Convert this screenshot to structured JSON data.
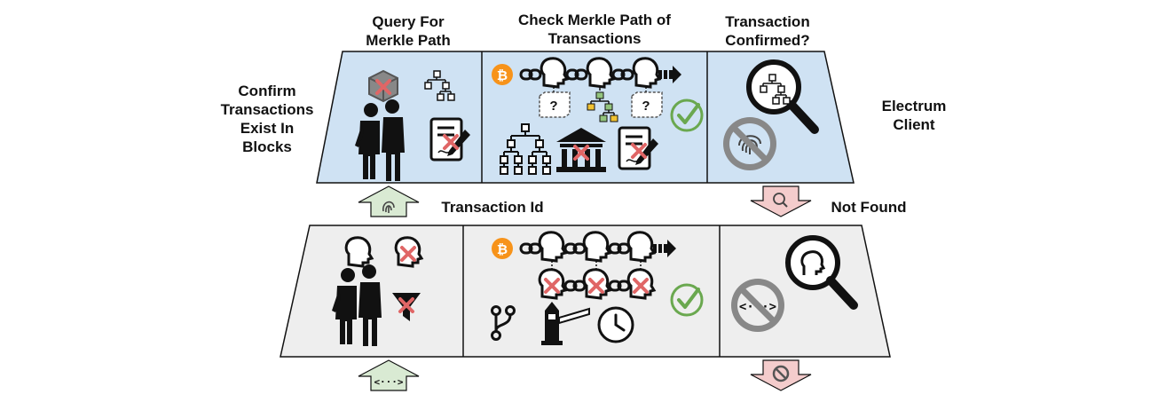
{
  "labels": {
    "query_merkle_path": "Query For\nMerkle Path",
    "check_merkle_path": "Check Merkle Path of\nTransactions",
    "transaction_confirmed": "Transaction\nConfirmed?",
    "confirm_transactions": "Confirm\nTransactions\nExist In\nBlocks",
    "electrum_client": "Electrum\nClient",
    "transaction_id": "Transaction Id",
    "not_found": "Not Found"
  },
  "icons": {
    "unknown_block": "?",
    "code_tag": "<···>",
    "bitcoin_symbol": "₿"
  },
  "colors": {
    "top_panel_fill": "#cfe2f3",
    "bottom_panel_fill": "#eeeeee",
    "up_arrow_fill": "#d9ead3",
    "down_arrow_fill": "#f4cccc",
    "bitcoin_orange": "#f7931a",
    "red_x": "#e06666",
    "check_green": "#6aa84f",
    "merkle_green": "#93c47d",
    "merkle_yellow": "#f1c232"
  }
}
